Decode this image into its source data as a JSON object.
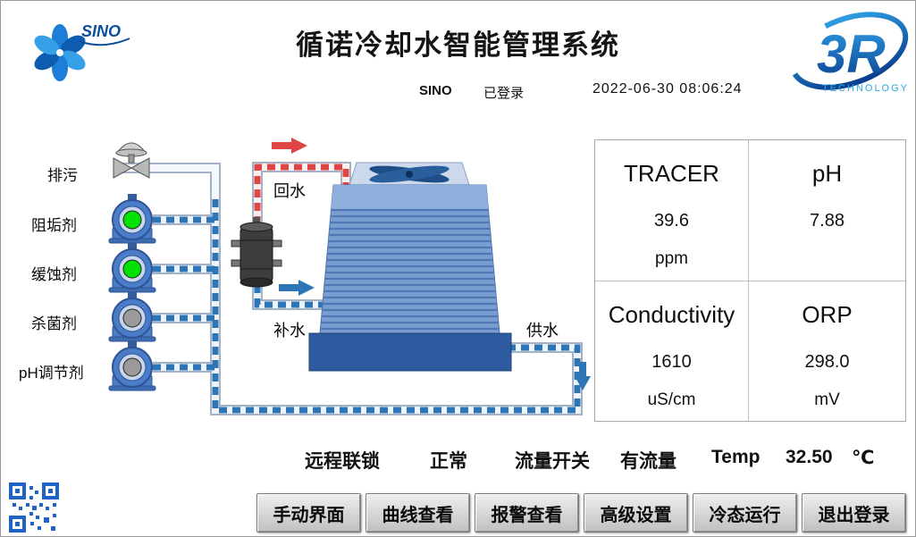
{
  "header": {
    "logo_sino_text": "SINO",
    "logo_3r_text": "3R",
    "logo_3r_sub": "TECHNOLOGY",
    "title": "循诺冷却水智能管理系统",
    "user": "SINO",
    "login_status": "已登录",
    "datetime": "2022-06-30  08:06:24"
  },
  "diagram": {
    "labels": {
      "blowdown": "排污",
      "scale_inhibitor": "阻垢剂",
      "corrosion_inhibitor": "缓蚀剂",
      "biocide": "杀菌剂",
      "ph_adjuster": "pH调节剂",
      "return_water": "回水",
      "makeup_water": "补水",
      "supply_water": "供水"
    },
    "pump_status_colors": {
      "running": "#00e100",
      "stopped": "#9a9a9a"
    }
  },
  "measurements": [
    {
      "name": "TRACER",
      "value": "39.6",
      "unit": "ppm"
    },
    {
      "name": "pH",
      "value": "7.88",
      "unit": ""
    },
    {
      "name": "Conductivity",
      "value": "1610",
      "unit": "uS/cm"
    },
    {
      "name": "ORP",
      "value": "298.0",
      "unit": "mV"
    }
  ],
  "status_bar": {
    "interlock_label": "远程联锁",
    "interlock_value": "正常",
    "flow_label": "流量开关",
    "flow_value": "有流量",
    "temp_label": "Temp",
    "temp_value": "32.50",
    "temp_unit": "℃"
  },
  "buttons": [
    "手动界面",
    "曲线查看",
    "报警查看",
    "高级设置",
    "冷态运行",
    "退出登录"
  ],
  "colors": {
    "pipe_blue": "#2e75b6",
    "pipe_red": "#e04545",
    "tower_blue": "#7b9ed2",
    "basin_blue": "#2e5b9f",
    "logo_blue": "#1565c0"
  }
}
